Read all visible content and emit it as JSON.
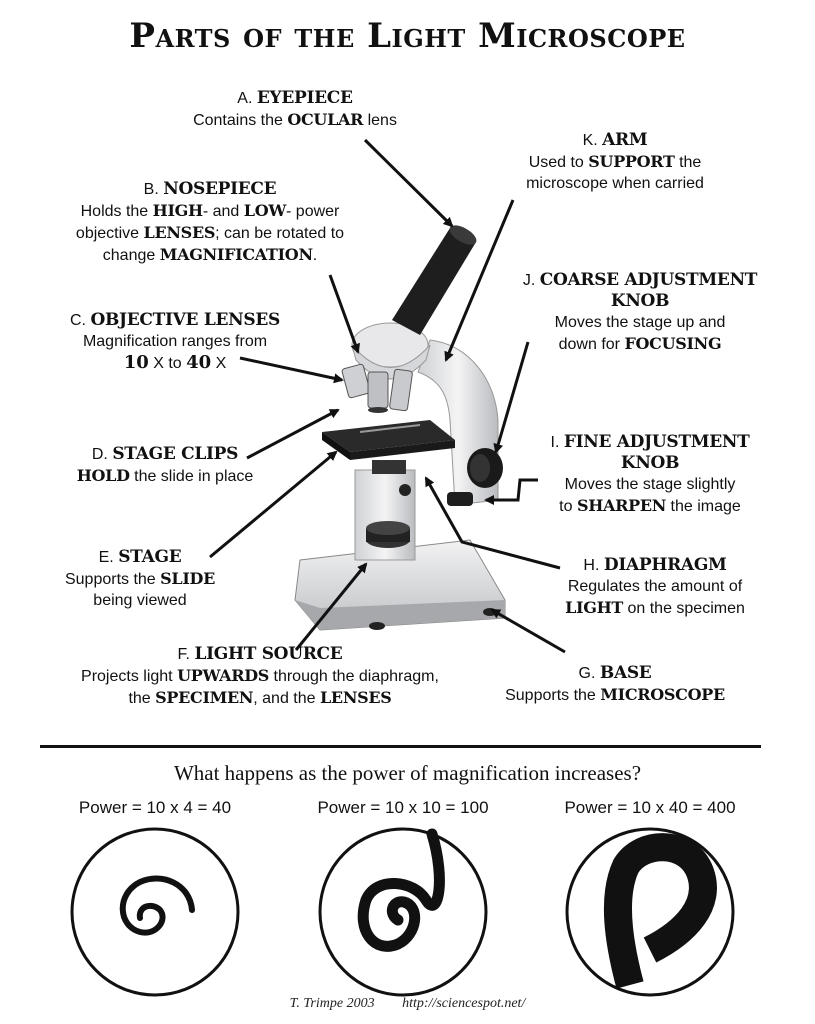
{
  "title": "Parts of the Light Microscope",
  "parts": {
    "a": {
      "letter": "A.",
      "name": "EYEPIECE",
      "desc_pre": "Contains the ",
      "kw1": "OCULAR",
      "desc_post": " lens"
    },
    "b": {
      "letter": "B.",
      "name": "NOSEPIECE",
      "l1_pre": "Holds the ",
      "kw1": "HIGH",
      "l1_mid": "- and ",
      "kw2": "LOW",
      "l1_post": "- power",
      "l2_pre": "objective ",
      "kw3": "LENSES",
      "l2_post": ";  can be rotated to",
      "l3_pre": "change ",
      "kw4": "MAGNIFICATION",
      "l3_post": "."
    },
    "c": {
      "letter": "C.",
      "name": "OBJECTIVE LENSES",
      "l1": "Magnification ranges from",
      "n1": "10",
      "x1": " X to ",
      "n2": "40",
      "x2": " X"
    },
    "d": {
      "letter": "D.",
      "name": "STAGE CLIPS",
      "kw1": "HOLD",
      "desc": " the slide in place"
    },
    "e": {
      "letter": "E.",
      "name": "STAGE",
      "l1_pre": "Supports the ",
      "kw1": "SLIDE",
      "l2": "being viewed"
    },
    "f": {
      "letter": "F.",
      "name": "LIGHT SOURCE",
      "l1_pre": "Projects light ",
      "kw1": "UPWARDS",
      "l1_post": " through the diaphragm,",
      "l2_pre": "the ",
      "kw2": "SPECIMEN",
      "l2_mid": ", and the ",
      "kw3": "LENSES"
    },
    "g": {
      "letter": "G.",
      "name": "BASE",
      "l1_pre": "Supports the ",
      "kw1": "MICROSCOPE"
    },
    "h": {
      "letter": "H.",
      "name": "DIAPHRAGM",
      "l1": "Regulates the amount of",
      "kw1": "LIGHT",
      "l2_post": " on the specimen"
    },
    "i": {
      "letter": "I.",
      "name": "FINE ADJUSTMENT",
      "name2": "KNOB",
      "l1": "Moves the stage slightly",
      "l2_pre": "to ",
      "kw1": "SHARPEN",
      "l2_post": " the image"
    },
    "j": {
      "letter": "J.",
      "name": "COARSE ADJUSTMENT",
      "name2": "KNOB",
      "l1": "Moves the stage up and",
      "l2_pre": "down for ",
      "kw1": "FOCUSING"
    },
    "k": {
      "letter": "K.",
      "name": "ARM",
      "l1_pre": "Used to ",
      "kw1": "SUPPORT",
      "l1_post": " the",
      "l2": "microscope when carried"
    }
  },
  "question": "What happens as the power of magnification increases?",
  "powers": [
    "Power = 10 x 4 = 40",
    "Power = 10 x 10 = 100",
    "Power = 10 x 40 = 400"
  ],
  "footer": {
    "author": "T. Trimpe 2003",
    "url": "http://sciencespot.net/"
  }
}
